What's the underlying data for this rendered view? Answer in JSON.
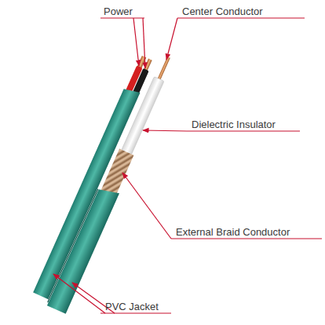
{
  "diagram": {
    "labels": [
      "Power",
      "Center Conductor",
      "Dielectric Insulator",
      "External Braid Conductor",
      "PVC Jacket"
    ]
  }
}
